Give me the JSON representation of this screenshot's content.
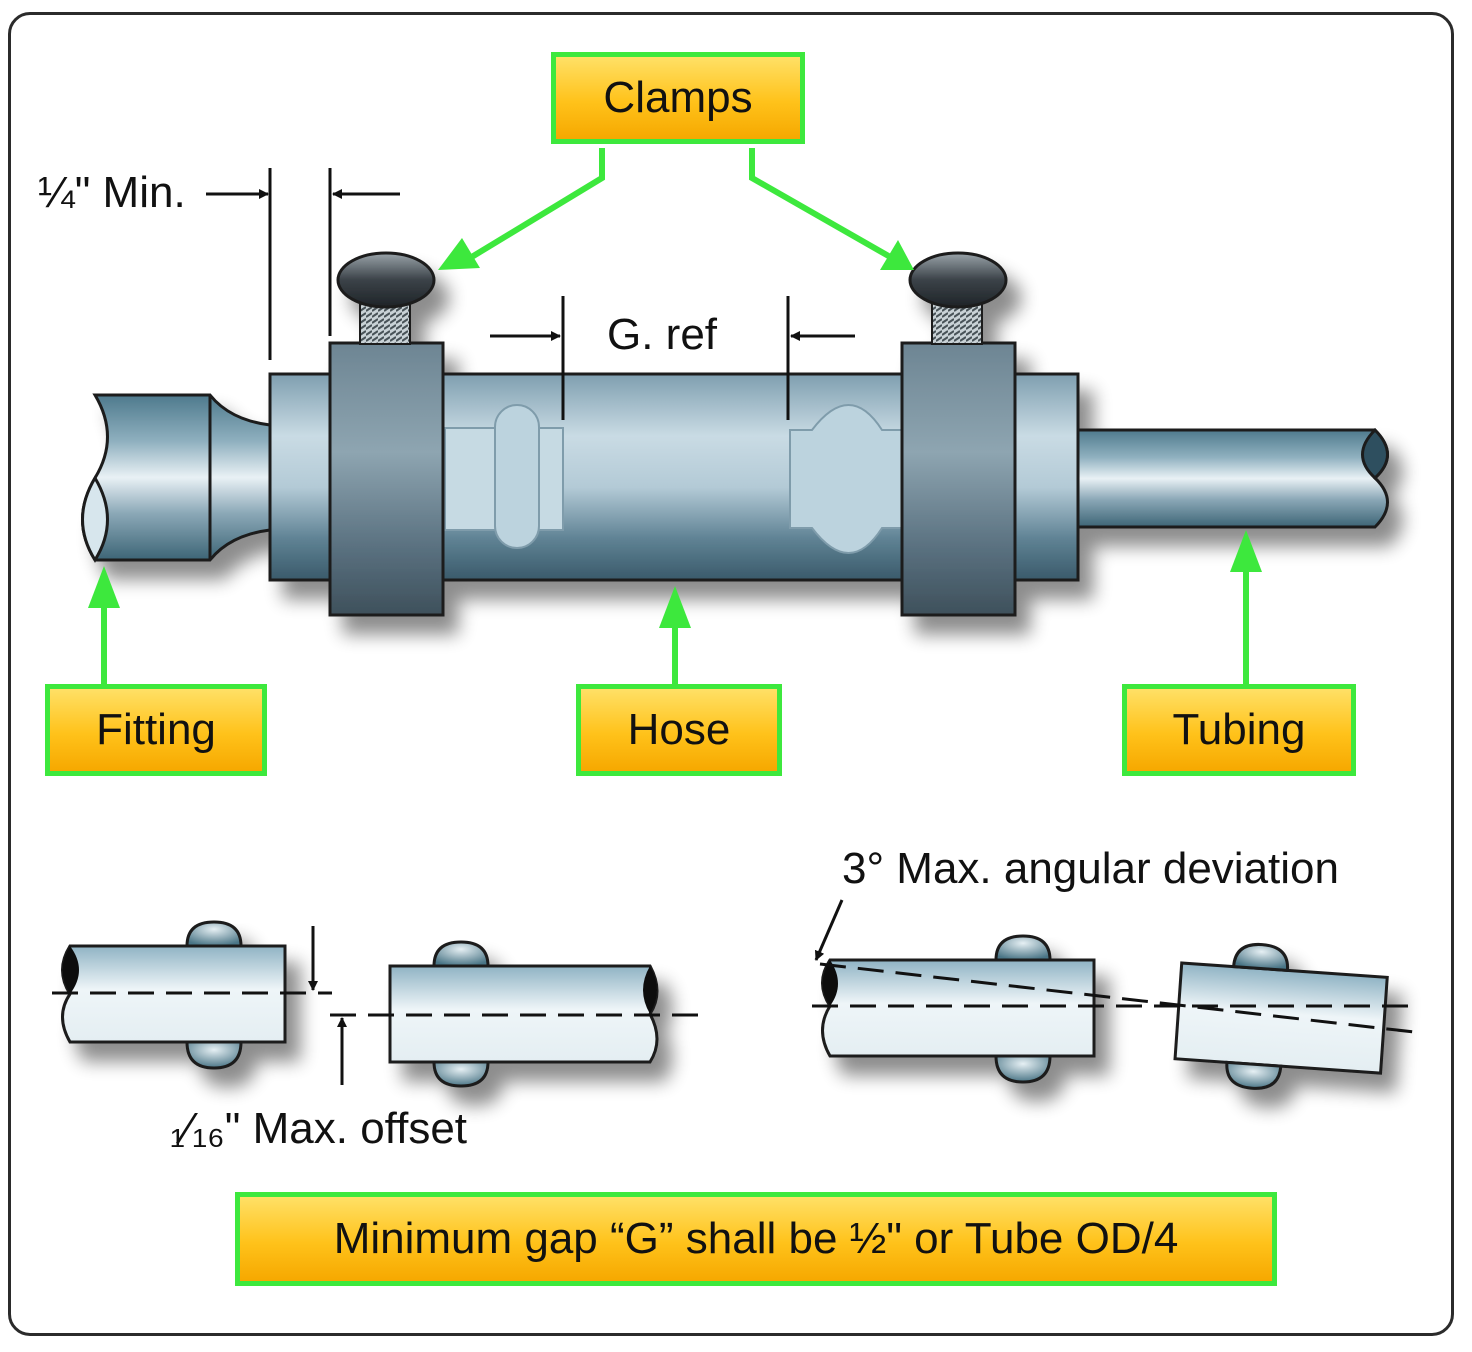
{
  "callouts": {
    "clamps": "Clamps",
    "fitting": "Fitting",
    "hose": "Hose",
    "tubing": "Tubing",
    "note": "Minimum gap “G” shall be ½\" or Tube OD/4"
  },
  "dimensions": {
    "quarter_min": "¼\" Min.",
    "gap_ref": "G. ref",
    "offset": "₁⁄₁₆\" Max. offset",
    "angular": "3° Max. angular deviation"
  },
  "colors": {
    "callout_border": "#3de83d",
    "callout_fill": "#ffc21a",
    "arrow": "#3de83d",
    "metal": "#4f7a8c",
    "clamp": "#4d5f6a"
  }
}
